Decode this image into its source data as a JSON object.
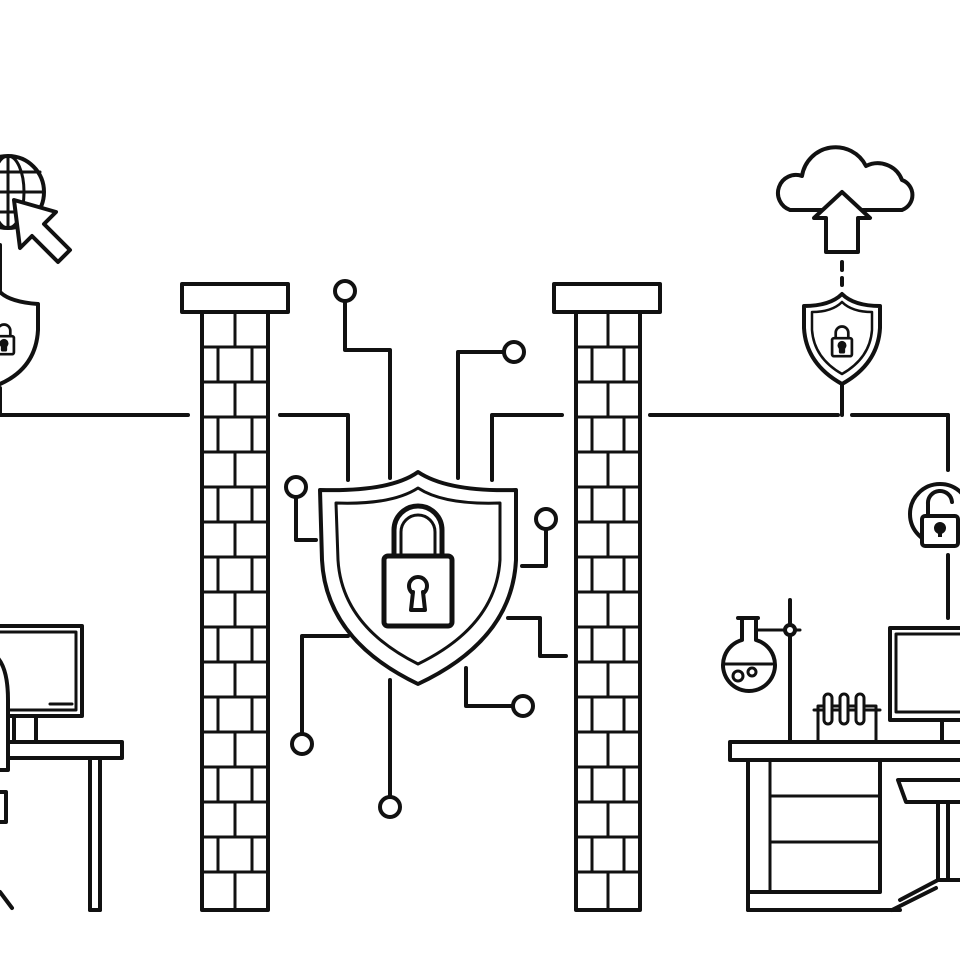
{
  "illustration": {
    "colors": {
      "ink": "#111111",
      "paper": "#ffffff",
      "shade": "#e6e6e6"
    },
    "elements": [
      "globe-icon",
      "cursor-icon",
      "shield-lock-icon-left",
      "firewall-left",
      "central-shield-lock-icon",
      "circuit-lines",
      "firewall-right",
      "cloud-upload-icon",
      "shield-lock-icon-right",
      "unlocked-padlock-icon",
      "workstation-left",
      "lab-workstation-right"
    ]
  }
}
